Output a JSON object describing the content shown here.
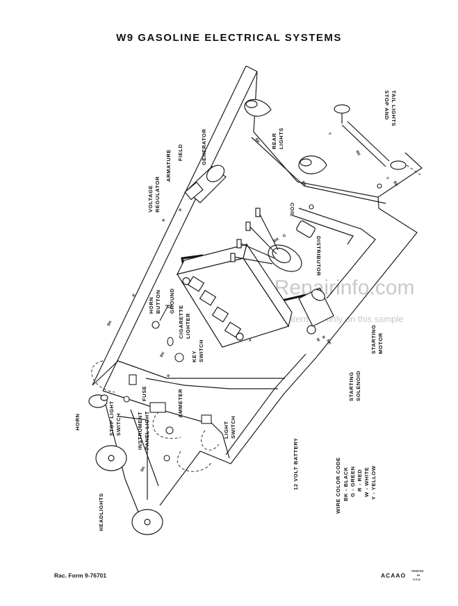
{
  "title": "W9 GASOLINE ELECTRICAL SYSTEMS",
  "labels": {
    "stop_tail_lights_1": "STOP AND",
    "stop_tail_lights_2": "TAIL LIGHTS",
    "rear_lights_1": "REAR",
    "rear_lights_2": "LIGHTS",
    "generator": "GENERATOR",
    "field": "FIELD",
    "armature": "ARMATURE",
    "voltage_regulator_1": "VOLTAGE",
    "voltage_regulator_2": "REGULATOR",
    "coil": "COIL",
    "distributor": "DISTRIBUTOR",
    "ground": "GROUND",
    "horn_button_1": "HORN",
    "horn_button_2": "BUTTON",
    "cigarette_lighter_1": "CIGARETTE",
    "cigarette_lighter_2": "LIGHTER",
    "key_switch_1": "KEY",
    "key_switch_2": "SWITCH",
    "fuse": "FUSE",
    "ammeter": "AMMETER",
    "instrument_panel_light_1": "INSTRUMENT",
    "instrument_panel_light_2": "PANEL LIGHT",
    "stop_light_switch_1": "STOP LIGHT",
    "stop_light_switch_2": "SWITCH",
    "light_switch_1": "LIGHT",
    "light_switch_2": "SWITCH",
    "horn": "HORN",
    "headlights": "HEADLIGHTS",
    "battery": "12 VOLT BATTERY",
    "starting_solenoid_1": "STARTING",
    "starting_solenoid_2": "SOLENOID",
    "starting_motor_1": "STARTING",
    "starting_motor_2": "MOTOR"
  },
  "wire_color_code": {
    "title": "WIRE COLOR CODE",
    "entries": [
      "BK - BLACK",
      "G - GREEN",
      "R - RED",
      "W - WHITE",
      "Y - YELLOW"
    ]
  },
  "wire_tags": {
    "bk": "BK",
    "r": "R",
    "w": "W",
    "y": "Y",
    "g": "G",
    "x": "X"
  },
  "watermark": {
    "main": "eRepairinfo.com",
    "sub": "watermark only on this sample"
  },
  "footer": {
    "form": "Rac. Form 9-76701",
    "code": "ACAAO",
    "printed_1": "PRINTED",
    "printed_2": "IN",
    "printed_3": "U.S.A."
  },
  "colors": {
    "ink": "#1a1a1a",
    "watermark": "#c9c9c9",
    "paper": "#ffffff"
  }
}
